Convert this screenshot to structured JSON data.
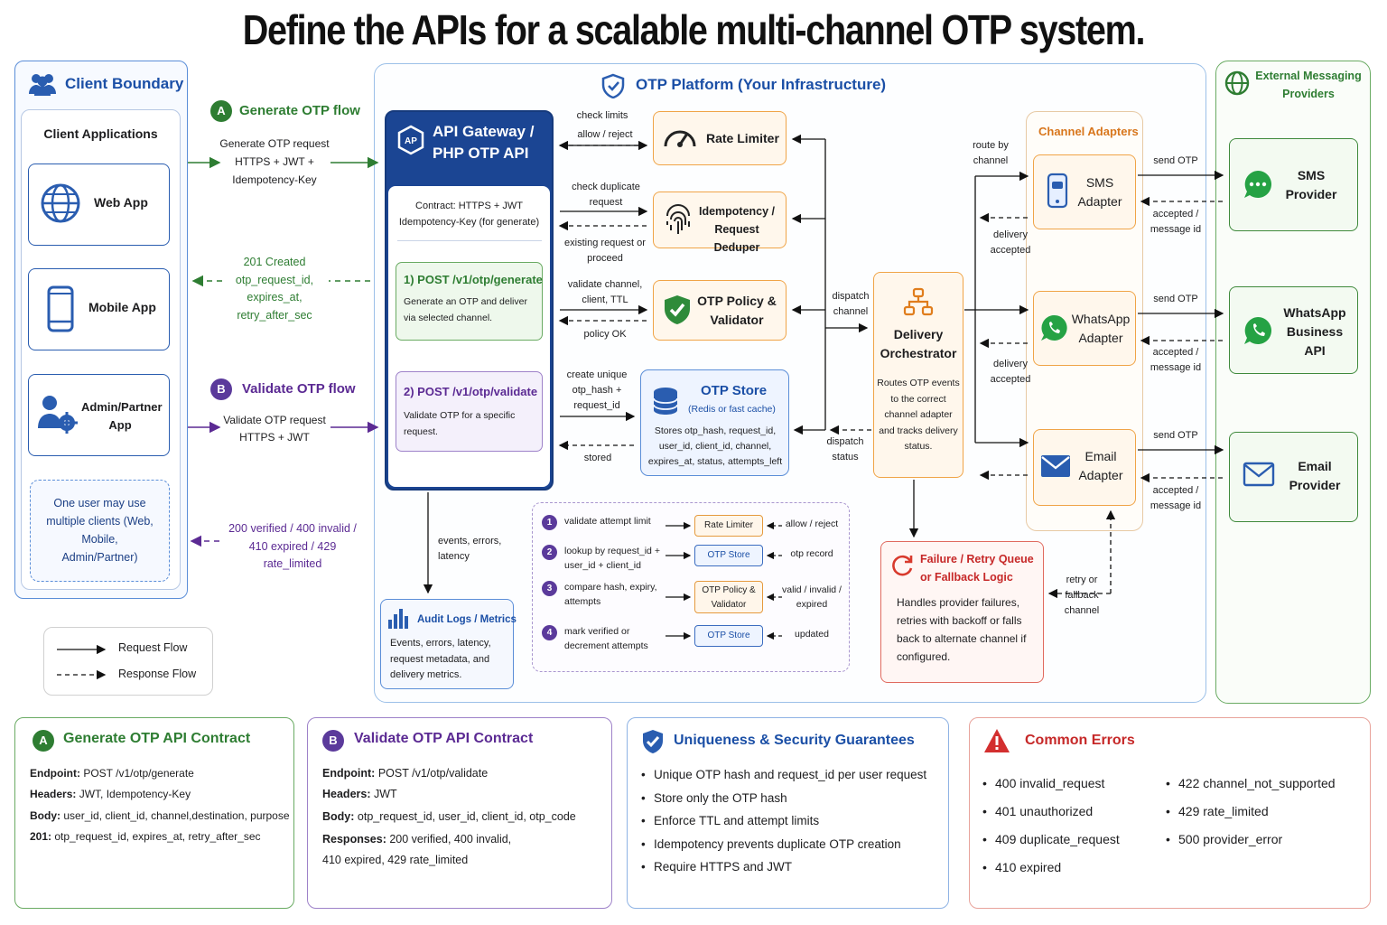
{
  "title": "Define the APIs for a scalable multi-channel OTP system.",
  "client": {
    "boundary": "Client Boundary",
    "apps_heading": "Client Applications",
    "web": "Web App",
    "mobile": "Mobile App",
    "admin": "Admin/Partner App",
    "note": "One user may use multiple clients (Web, Mobile, Admin/Partner)"
  },
  "legend": {
    "request": "Request Flow",
    "response": "Response Flow"
  },
  "flow_a": {
    "badge": "A",
    "title": "Generate OTP flow",
    "request": "Generate OTP request HTTPS + JWT + Idempotency-Key",
    "response": "201 Created otp_request_id, expires_at, retry_after_sec"
  },
  "flow_b": {
    "badge": "B",
    "title": "Validate OTP flow",
    "request": "Validate OTP request HTTPS + JWT",
    "response": "200 verified / 400 invalid / 410 expired / 429 rate_limited"
  },
  "platform": {
    "title": "OTP Platform (Your Infrastructure)"
  },
  "gateway": {
    "title": "API Gateway / PHP OTP API",
    "contract": "Contract: HTTPS + JWT Idempotency-Key (for generate)",
    "ep1_title": "1) POST /v1/otp/generate",
    "ep1_desc": "Generate an OTP and deliver via selected channel.",
    "ep2_title": "2) POST /v1/otp/validate",
    "ep2_desc": "Validate OTP for a specific request."
  },
  "services": {
    "rate_limiter": "Rate Limiter",
    "idempotency": "Idempotency / Request Deduper",
    "policy": "OTP Policy & Validator",
    "store_title": "OTP Store",
    "store_sub": "(Redis or fast cache)",
    "store_desc": "Stores otp_hash, request_id, user_id, client_id, channel, expires_at, status, attempts_left",
    "audit_title": "Audit Logs / Metrics",
    "audit_desc": "Events, errors, latency, request metadata, and delivery metrics."
  },
  "edges": {
    "check_limits": "check limits",
    "allow_reject": "allow / reject",
    "check_duplicate": "check duplicate request",
    "existing_request": "existing request or proceed",
    "validate_channel": "validate channel, client, TTL",
    "policy_ok": "policy OK",
    "create_hash": "create unique otp_hash + request_id",
    "stored": "stored",
    "events": "events, errors, latency",
    "dispatch_channel": "dispatch channel",
    "dispatch_status": "dispatch status",
    "route_by_channel": "route by channel",
    "delivery_accepted": "delivery accepted",
    "send_otp": "send OTP",
    "accepted_msg": "accepted / message id",
    "retry_fallback": "retry or fallback channel"
  },
  "orchestrator": {
    "title": "Delivery Orchestrator",
    "desc": "Routes OTP events to the correct channel adapter and tracks delivery status."
  },
  "failure": {
    "title": "Failure / Retry Queue or Fallback Logic",
    "desc": "Handles provider failures, retries with backoff or falls back to alternate channel if configured."
  },
  "adapters": {
    "heading": "Channel Adapters",
    "sms": "SMS Adapter",
    "whatsapp": "WhatsApp Adapter",
    "email": "Email Adapter"
  },
  "providers": {
    "heading": "External Messaging Providers",
    "sms": "SMS Provider",
    "whatsapp": "WhatsApp Business API",
    "email": "Email Provider"
  },
  "validate_steps": [
    {
      "n": "1",
      "action": "validate attempt limit",
      "target": "Rate Limiter",
      "result": "allow / reject"
    },
    {
      "n": "2",
      "action": "lookup by request_id + user_id + client_id",
      "target": "OTP Store",
      "result": "otp record"
    },
    {
      "n": "3",
      "action": "compare hash, expiry, attempts",
      "target": "OTP Policy & Validator",
      "result": "valid / invalid / expired"
    },
    {
      "n": "4",
      "action": "mark verified or decrement attempts",
      "target": "OTP Store",
      "result": "updated"
    }
  ],
  "contract_a": {
    "badge": "A",
    "title": "Generate OTP API Contract",
    "endpoint_k": "Endpoint:",
    "endpoint_v": "POST /v1/otp/generate",
    "headers_k": "Headers:",
    "headers_v": "JWT, Idempotency-Key",
    "body_k": "Body:",
    "body_v": "user_id, client_id, channel,destination, purpose",
    "resp_k": "201:",
    "resp_v": "otp_request_id, expires_at, retry_after_sec"
  },
  "contract_b": {
    "badge": "B",
    "title": "Validate OTP API Contract",
    "endpoint_k": "Endpoint:",
    "endpoint_v": "POST /v1/otp/validate",
    "headers_k": "Headers:",
    "headers_v": "JWT",
    "body_k": "Body:",
    "body_v": "otp_request_id, user_id, client_id, otp_code",
    "resp_k": "Responses:",
    "resp_v": "200 verified, 400 invalid,",
    "resp_v2": "410 expired, 429 rate_limited"
  },
  "guarantees": {
    "title": "Uniqueness & Security Guarantees",
    "items": [
      "Unique OTP hash and request_id per user request",
      "Store only the OTP hash",
      "Enforce TTL and attempt limits",
      "Idempotency prevents duplicate OTP creation",
      "Require HTTPS and JWT"
    ]
  },
  "errors": {
    "title": "Common Errors",
    "left": [
      "400 invalid_request",
      "401 unauthorized",
      "409 duplicate_request",
      "410 expired"
    ],
    "right": [
      "422 channel_not_supported",
      "429 rate_limited",
      "500 provider_error"
    ]
  },
  "colors": {
    "blue": "#1b4fa6",
    "green": "#2e7d32",
    "purple": "#5b2a93",
    "orange": "#f0a447",
    "red": "#c62828"
  }
}
